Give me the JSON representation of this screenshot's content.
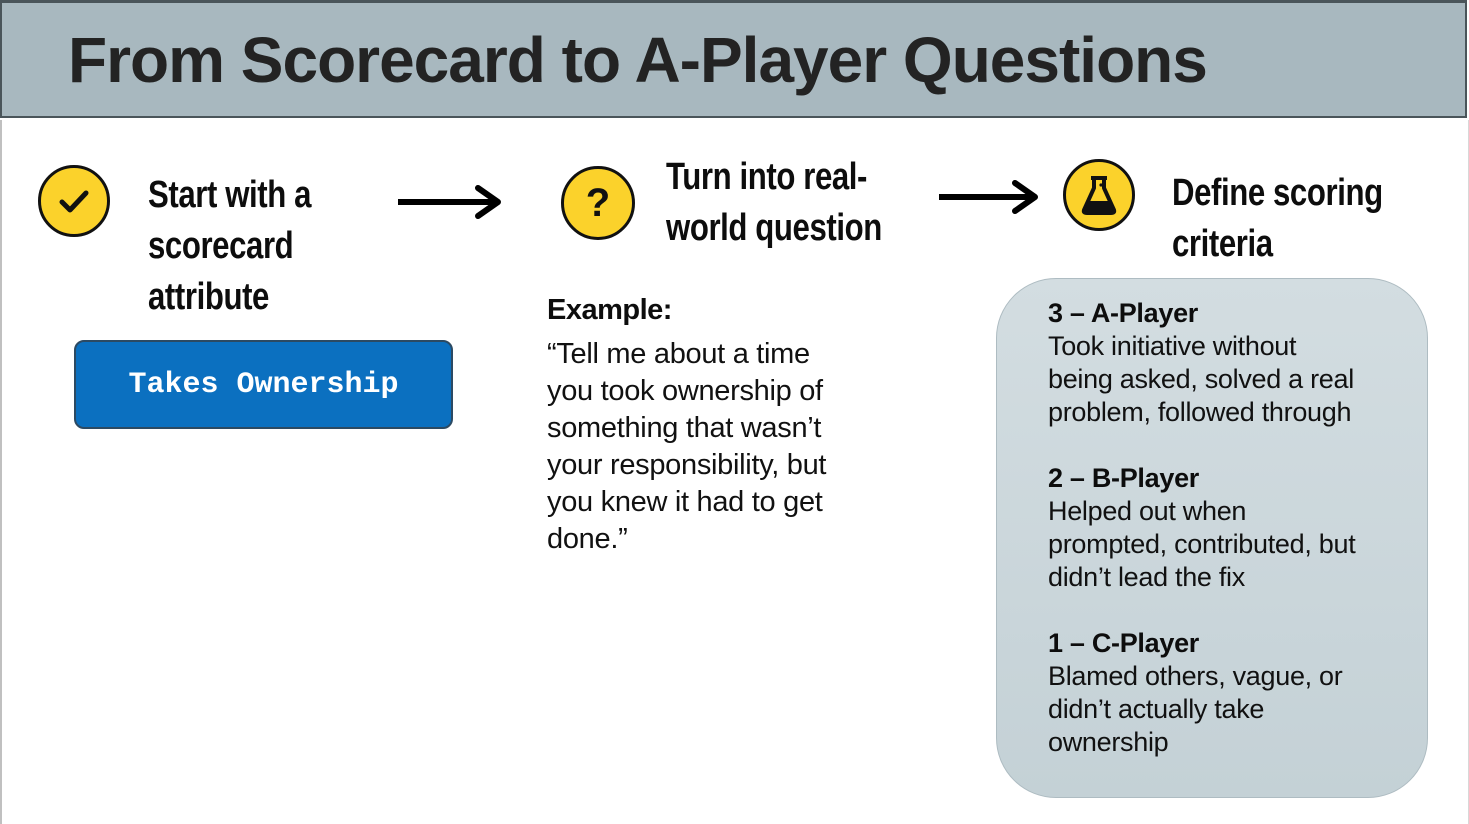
{
  "header": {
    "title": "From Scorecard to A-Player Questions",
    "background": "#a8b8bf",
    "border": "#4a555a"
  },
  "steps": [
    {
      "icon": "check-icon",
      "title_lines": [
        "Start with a",
        "scorecard",
        "attribute"
      ]
    },
    {
      "icon": "question-mark-icon",
      "title_lines": [
        "Turn into real-",
        "world question"
      ]
    },
    {
      "icon": "flask-icon",
      "title_lines": [
        "Define scoring",
        "criteria"
      ]
    }
  ],
  "attribute": {
    "label": "Takes Ownership",
    "color": "#0b70c0"
  },
  "example": {
    "label": "Example:",
    "text": "“Tell me about a time\nyou took ownership of\nsomething that wasn’t\nyour responsibility, but\nyou knew it had to get\ndone.”"
  },
  "criteria": [
    {
      "heading": "3 –  A-Player",
      "body": "Took initiative without\nbeing asked, solved a real\nproblem, followed through"
    },
    {
      "heading": "2 –  B-Player",
      "body": "Helped out when\nprompted, contributed, but\ndidn’t lead the fix"
    },
    {
      "heading": "1 –  C-Player",
      "body": "Blamed others, vague, or\ndidn’t actually take\nownership"
    }
  ],
  "colors": {
    "icon_fill": "#fbd22b",
    "criteria_box": "#cdd8dc"
  }
}
